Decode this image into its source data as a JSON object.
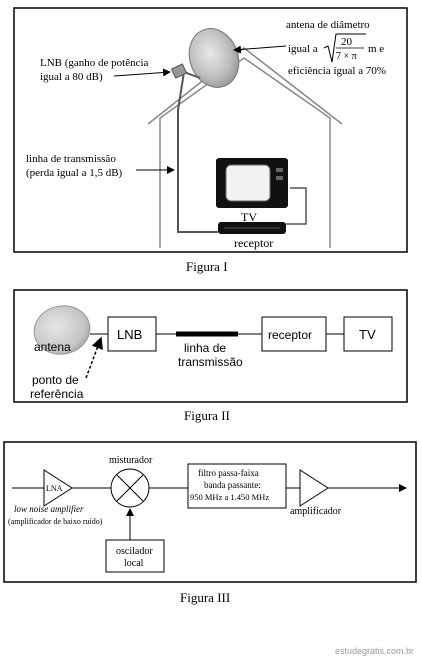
{
  "figure1": {
    "caption": "Figura I",
    "antenna_line1": "antena de diâmetro",
    "antenna_line2_prefix": "igual a",
    "antenna_numerator": "20",
    "antenna_denominator": "7 × π",
    "antenna_line2_suffix": "m e",
    "antenna_line3": "eficiência igual a 70%",
    "lnb_line1": "LNB (ganho de potência",
    "lnb_line2": "igual a 80 dB)",
    "line_line1": "linha de transmissão",
    "line_line2": "(perda igual a 1,5 dB)",
    "tv_label": "TV",
    "receiver_label": "receptor"
  },
  "figure2": {
    "caption": "Figura II",
    "antenna": "antena",
    "lnb": "LNB",
    "line_line1": "linha de",
    "line_line2": "transmissão",
    "receiver": "receptor",
    "tv": "TV",
    "ref_line1": "ponto de",
    "ref_line2": "referência"
  },
  "figure3": {
    "caption": "Figura III",
    "lna": "LNA",
    "lna_caption1": "low noise amplifier",
    "lna_caption2": "(amplificador de baixo ruído)",
    "mixer": "misturador",
    "oscillator_line1": "oscilador",
    "oscillator_line2": "local",
    "filter_line1": "filtro passa-faixa",
    "filter_line2": "banda passante:",
    "filter_line3": "950 MHz a 1.450 MHz",
    "amplifier": "amplificador"
  },
  "watermark": "estudegratis.com.br"
}
